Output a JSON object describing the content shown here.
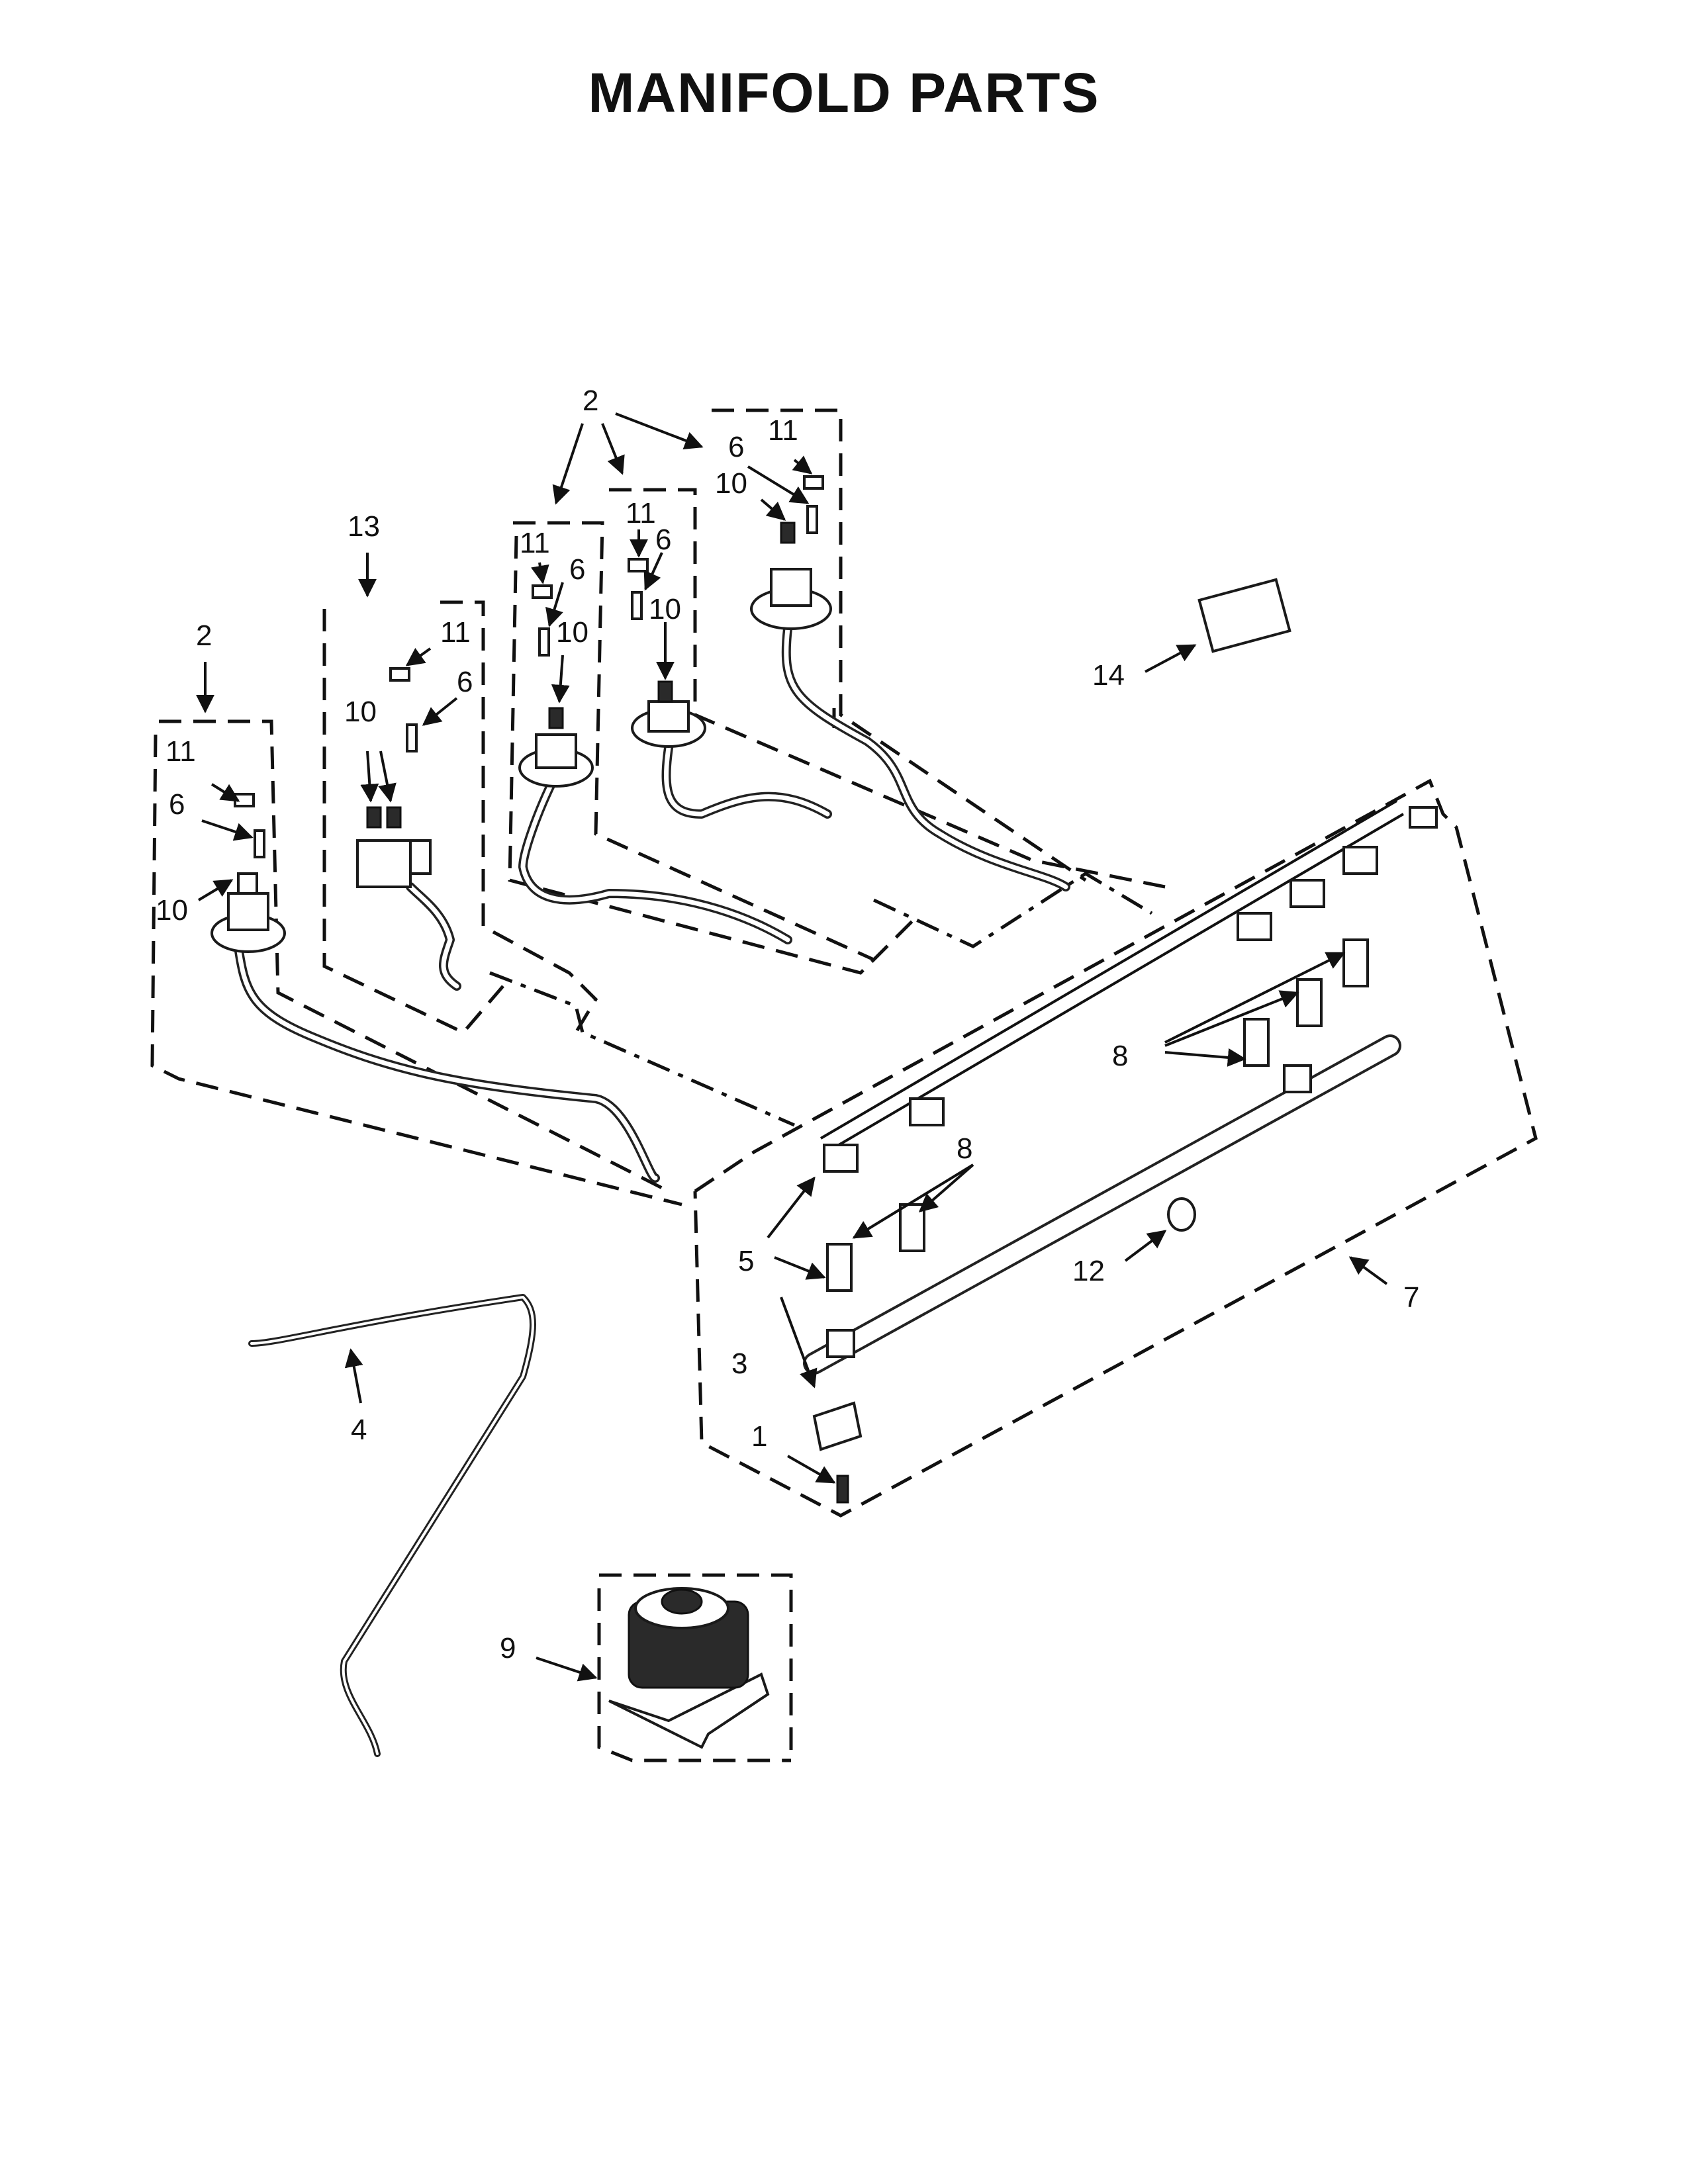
{
  "title": "MANIFOLD PARTS",
  "callouts": {
    "c1": "1",
    "c2a": "2",
    "c2b": "2",
    "c3": "3",
    "c4": "4",
    "c5": "5",
    "c6a": "6",
    "c6b": "6",
    "c6c": "6",
    "c6d": "6",
    "c6e": "6",
    "c7": "7",
    "c8a": "8",
    "c8b": "8",
    "c9": "9",
    "c10a": "10",
    "c10b": "10",
    "c10c": "10",
    "c10d": "10",
    "c10e": "10",
    "c11a": "11",
    "c11b": "11",
    "c11c": "11",
    "c11d": "11",
    "c11e": "11",
    "c12": "12",
    "c13": "13",
    "c14": "14"
  }
}
